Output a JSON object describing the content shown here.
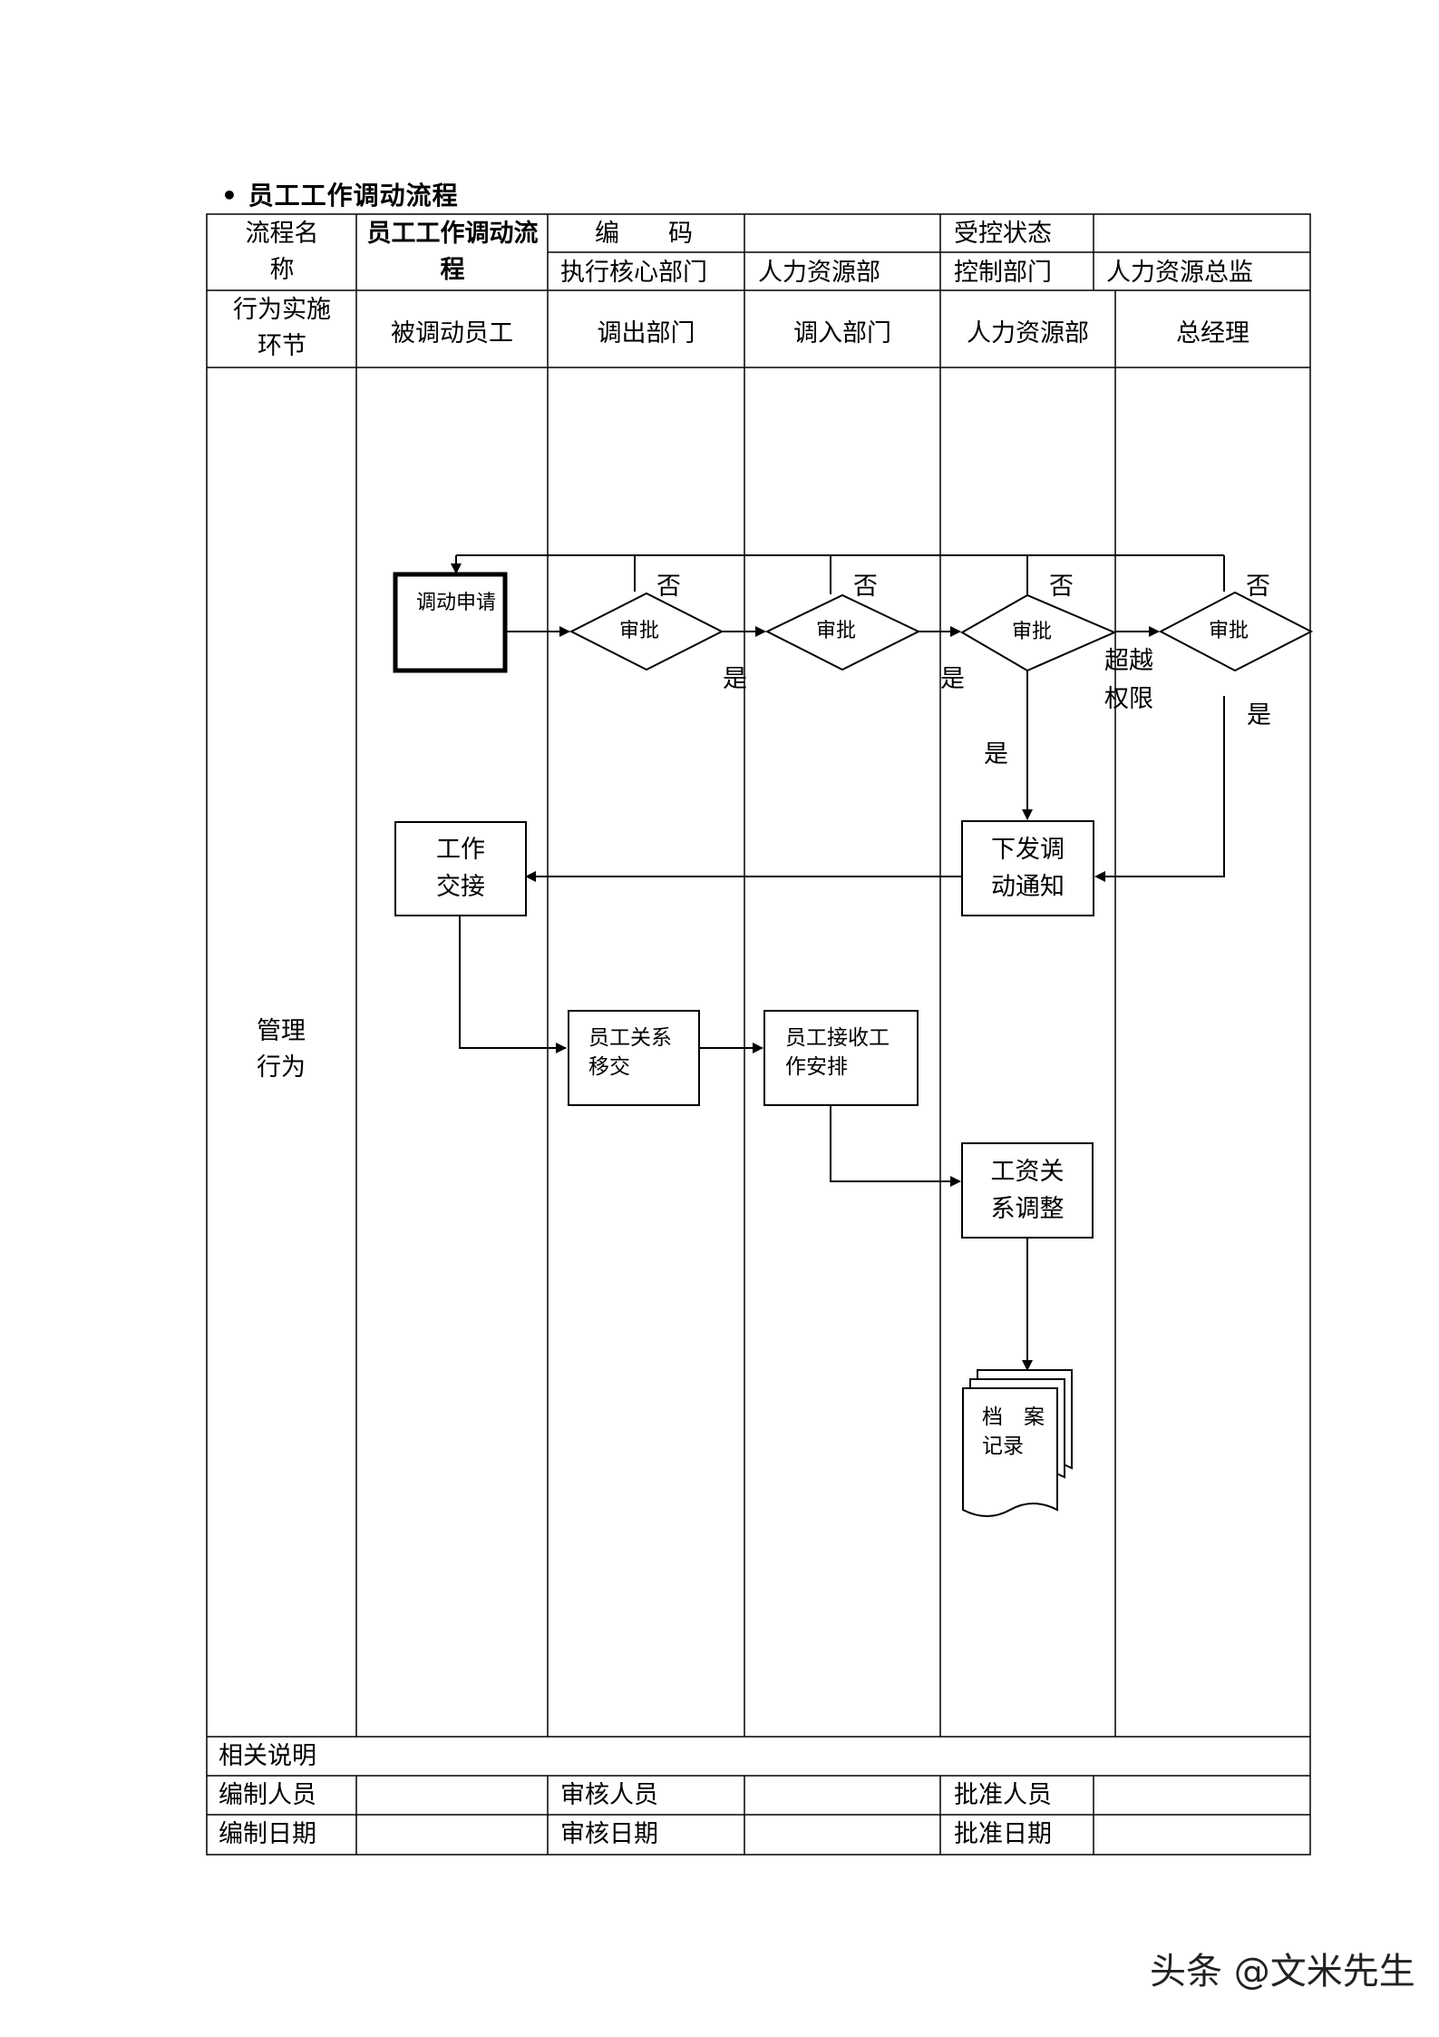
{
  "doc": {
    "heading": "• 员工工作调动流程",
    "header": {
      "name_label": "流程名称",
      "name_value": "员工工作调动流程",
      "code_label": "编　　码",
      "status_label": "受控状态",
      "exec_dept_label": "执行核心部门",
      "exec_dept_value": "人力资源部",
      "ctrl_dept_label": "控制部门",
      "ctrl_dept_value": "人力资源总监",
      "actor_label": "行为实施环节"
    },
    "lanes": [
      "被调动员工",
      "调出部门",
      "调入部门",
      "人力资源部",
      "总经理"
    ],
    "row_label": "管理行为",
    "footer": {
      "notes_label": "相关说明",
      "author_label": "编制人员",
      "reviewer_label": "审核人员",
      "approver_label": "批准人员",
      "author_date_label": "编制日期",
      "review_date_label": "审核日期",
      "approve_date_label": "批准日期"
    }
  },
  "flow": {
    "apply": "调动申请",
    "approve": "审批",
    "no": "否",
    "yes": "是",
    "exceed_1": "超越",
    "exceed_2": "权限",
    "notice_1": "下发调",
    "notice_2": "动通知",
    "handover_1": "工作",
    "handover_2": "交接",
    "relation_1": "员工关系",
    "relation_2": "移交",
    "receive_1": "员工接收工",
    "receive_2": "作安排",
    "salary_1": "工资关",
    "salary_2": "系调整",
    "archive_1": "档　案",
    "archive_2": "记录"
  },
  "watermark": "头条 @文米先生"
}
